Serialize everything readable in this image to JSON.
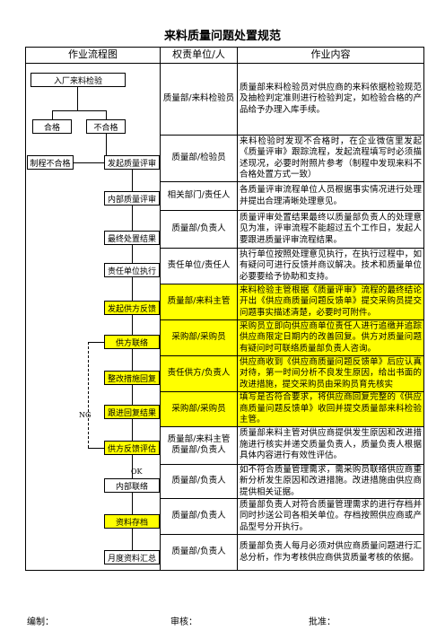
{
  "title": "来料质量问题处置规范",
  "headers": {
    "flow": "作业流程图",
    "dept": "权责单位/人",
    "content": "作业内容"
  },
  "flow": {
    "incoming_inspection": "入厂来料检验",
    "pass": "合格",
    "fail": "不合格",
    "restrict_fail": "制程不合格",
    "issue_review": "发起质量评审",
    "internal_review": "内部质量评审",
    "final_decision": "最终处置结果",
    "responsible_exec": "责任单位执行",
    "issue_supplier_feedback": "发起供方反馈",
    "supplier_contact": "供方联络",
    "rectify_reply": "整改措施回复",
    "track_result": "跟进回复结果",
    "feedback_eval": "供方反馈评估",
    "internal_contact": "内部联络",
    "archive": "资料存档",
    "monthly_summary": "月度资料汇总",
    "ng": "NG",
    "ok": "OK"
  },
  "rows": [
    {
      "dept": "质量部/来料检验员",
      "content": "质量部来料检验员对供应商的来料依据检验规范及抽检判定准则进行检验判定，如检验合格的产品给予办理入库手续。"
    },
    {
      "dept": "质量部/检验员",
      "content": "来料检验时发现不合格时，在企业微信里发起《质量评审》跟踪流程，发起流程填写时必须描述现况，必要时附照片参考（制程中发现来料不合格处置方式一致）"
    },
    {
      "dept": "相关部门/责任人",
      "content": "各质量评审流程单位人员根据事实情况进行处理并提出合理清晰处理意见。"
    },
    {
      "dept": "质量部/负责人",
      "content": "质量评审处置结果最终以质量部负责人的处理意见为准，评审流程不能超过五个工作日，发起人要跟进质量评审流程结果。"
    },
    {
      "dept": "责任单位/责任人",
      "content": "执行单位按照处理意见执行，在执行过程中，如有疑问可进行反馈并商议解决。技术和质量单位必要要给予协助和支持。"
    },
    {
      "dept": "质量部/来料主管",
      "content": "来料检验主管根据《质量评审》流程的最终结论开出《供应商质量问题反馈单》提交采购员提交问题事实描述清楚，必要时可附件。"
    },
    {
      "dept": "采购部/采购员",
      "content": "采购员立即向供应商单位责任人进行追缴并追踪供应商限定日期内的改善回复。供方对质量问题有疑问时可联络质量部负责人咨询。"
    },
    {
      "dept": "责任供方/负责人",
      "content": "供应商收到《供应商质量问题反馈单》后应认真对待，第一时间分析不良发生原因，给出书面的改进措施，提交采购员由采购员育先核实"
    },
    {
      "dept": "采购部/采购员",
      "content": "填写是否符合要求，将供应商回复完整的《供应商质量问题反馈单》收回并提交质量部来料检验主管。"
    },
    {
      "dept": "质量部/来料主管 质量部/负责人",
      "content": "质量部来料主管对供应商提供发生原因和改进措施进行核实并递交质量负责人，质量负责人根据具体内容进行有效性评估。"
    },
    {
      "dept": "质量部/负责人",
      "content": "如不符合质量管理需求，需采购员联络供应商重新分析发生原因和改进措施。改进措施由供应商提供相关证据。"
    },
    {
      "dept": "质量部/负责人",
      "content": "质量部负责人对符合质量管理需求的进行存档并同时抄送公司各相关单位。存档按照供应商或产品型号分开执行。"
    },
    {
      "dept": "质量部/负责人",
      "content": "质量部负责人每月必须对供应商质量问题进行汇总分析，作为考核供应商供货质量考核的依据。"
    }
  ],
  "footer": {
    "compiled": "编制：",
    "reviewed": "审核：",
    "approved": "批准："
  },
  "colors": {
    "highlight": "#ffff00",
    "line": "#000000"
  }
}
